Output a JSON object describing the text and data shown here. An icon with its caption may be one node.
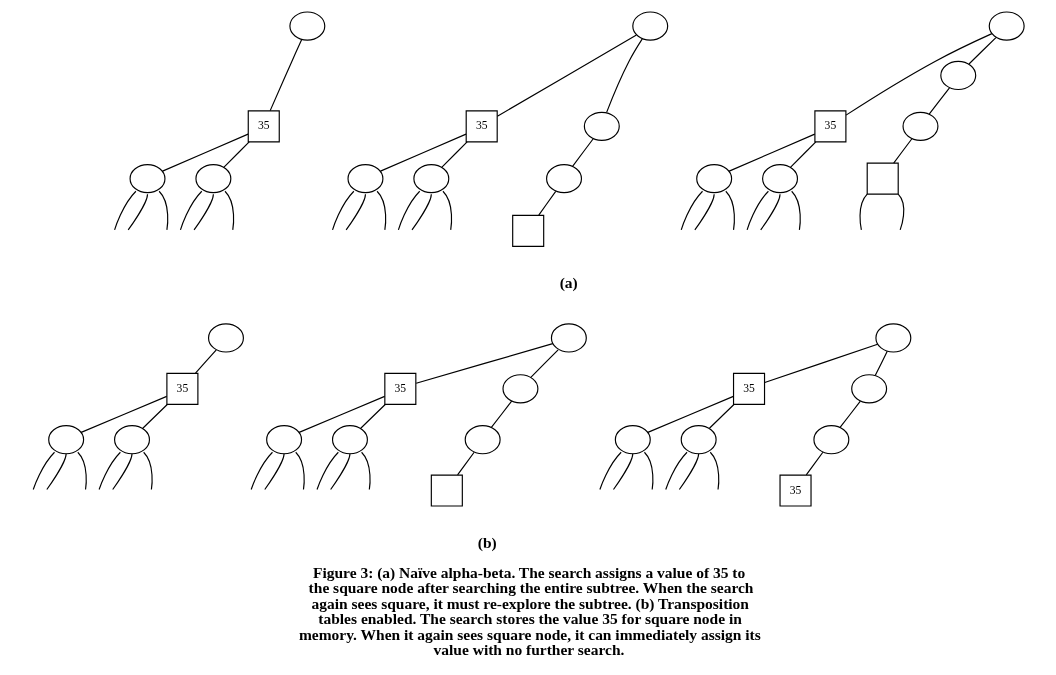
{
  "diagram": {
    "caption": "Figure 3: (a) Naïve alpha-beta. The search assigns a value of 35 to the square node after searching the entire subtree. When the search again sees square, it must re-explore the subtree. (b) Transposition tables enabled. The search stores the value 35 for square node in memory. When it again sees square node, it can immediately assign its value with no further search.",
    "nodes": [
      {
        "text": [],
        "shape": "circle"
      },
      {
        "text": [
          "35"
        ]
      },
      {
        "text": [],
        "shape": "circle"
      },
      {
        "text": [],
        "shape": "circle"
      },
      {
        "text": [],
        "shape": "circle"
      },
      {
        "text": [
          "35"
        ]
      },
      {
        "text": [],
        "shape": "circle"
      },
      {
        "text": [],
        "shape": "circle"
      },
      {
        "text": [],
        "shape": "circle"
      },
      {
        "text": [],
        "shape": "circle"
      },
      {
        "text": [],
        "shape": "box"
      },
      {
        "text": [],
        "shape": "circle"
      },
      {
        "text": [
          "35"
        ]
      },
      {
        "text": [],
        "shape": "circle"
      },
      {
        "text": [],
        "shape": "circle"
      },
      {
        "text": [],
        "shape": "circle"
      },
      {
        "text": [],
        "shape": "circle"
      },
      {
        "text": [],
        "shape": "box"
      },
      {
        "text": [],
        "shape": "circle"
      },
      {
        "text": [
          "35"
        ]
      },
      {
        "text": [],
        "shape": "circle"
      },
      {
        "text": [],
        "shape": "circle"
      },
      {
        "text": [],
        "shape": "circle"
      },
      {
        "text": [
          "35"
        ]
      },
      {
        "text": [],
        "shape": "circle"
      },
      {
        "text": [],
        "shape": "circle"
      },
      {
        "text": [],
        "shape": "circle"
      },
      {
        "text": [],
        "shape": "circle"
      },
      {
        "text": [],
        "shape": "box"
      },
      {
        "text": [],
        "shape": "circle"
      },
      {
        "text": [
          "35"
        ]
      },
      {
        "text": [],
        "shape": "circle"
      },
      {
        "text": [],
        "shape": "circle"
      },
      {
        "text": [],
        "shape": "circle"
      },
      {
        "text": [],
        "shape": "circle"
      },
      {
        "text": [
          "35"
        ]
      }
    ],
    "edges": [
      {
        "from": 0,
        "to": 1,
        "arrow": "none"
      },
      {
        "from": 1,
        "to": 2,
        "arrow": "none"
      },
      {
        "from": 1,
        "to": 3,
        "arrow": "none"
      },
      {
        "from": 2,
        "to": null,
        "arrow": "none"
      },
      {
        "from": 2,
        "to": null,
        "arrow": "none"
      },
      {
        "from": 2,
        "to": null,
        "arrow": "none"
      },
      {
        "from": 3,
        "to": null,
        "arrow": "none"
      },
      {
        "from": 3,
        "to": null,
        "arrow": "none"
      },
      {
        "from": 3,
        "to": null,
        "arrow": "none"
      },
      {
        "from": 4,
        "to": 5,
        "arrow": "none"
      },
      {
        "from": 4,
        "to": 6,
        "arrow": "none"
      },
      {
        "from": 5,
        "to": 7,
        "arrow": "none"
      },
      {
        "from": 5,
        "to": 8,
        "arrow": "none"
      },
      {
        "from": 6,
        "to": 9,
        "arrow": "none"
      },
      {
        "from": 9,
        "to": 10,
        "arrow": "none"
      },
      {
        "from": 7,
        "to": null,
        "arrow": "none"
      },
      {
        "from": 7,
        "to": null,
        "arrow": "none"
      },
      {
        "from": 7,
        "to": null,
        "arrow": "none"
      },
      {
        "from": 8,
        "to": null,
        "arrow": "none"
      },
      {
        "from": 8,
        "to": null,
        "arrow": "none"
      },
      {
        "from": 8,
        "to": null,
        "arrow": "none"
      },
      {
        "from": 11,
        "to": 12,
        "arrow": "none"
      },
      {
        "from": 11,
        "to": 13,
        "arrow": "none"
      },
      {
        "from": 12,
        "to": 14,
        "arrow": "none"
      },
      {
        "from": 12,
        "to": 15,
        "arrow": "none"
      },
      {
        "from": 13,
        "to": 16,
        "arrow": "none"
      },
      {
        "from": 16,
        "to": 17,
        "arrow": "none"
      },
      {
        "from": 14,
        "to": null,
        "arrow": "none"
      },
      {
        "from": 14,
        "to": null,
        "arrow": "none"
      },
      {
        "from": 14,
        "to": null,
        "arrow": "none"
      },
      {
        "from": 15,
        "to": null,
        "arrow": "none"
      },
      {
        "from": 15,
        "to": null,
        "arrow": "none"
      },
      {
        "from": 15,
        "to": null,
        "arrow": "none"
      },
      {
        "from": 17,
        "to": null,
        "arrow": "none"
      },
      {
        "from": 17,
        "to": null,
        "arrow": "none"
      },
      {
        "from": 18,
        "to": 19,
        "arrow": "none"
      },
      {
        "from": 19,
        "to": 20,
        "arrow": "none"
      },
      {
        "from": 19,
        "to": 21,
        "arrow": "none"
      },
      {
        "from": 20,
        "to": null,
        "arrow": "none"
      },
      {
        "from": 20,
        "to": null,
        "arrow": "none"
      },
      {
        "from": 20,
        "to": null,
        "arrow": "none"
      },
      {
        "from": 21,
        "to": null,
        "arrow": "none"
      },
      {
        "from": 21,
        "to": null,
        "arrow": "none"
      },
      {
        "from": 21,
        "to": null,
        "arrow": "none"
      },
      {
        "from": 22,
        "to": 23,
        "arrow": "none"
      },
      {
        "from": 22,
        "to": 24,
        "arrow": "none"
      },
      {
        "from": 23,
        "to": 25,
        "arrow": "none"
      },
      {
        "from": 23,
        "to": 26,
        "arrow": "none"
      },
      {
        "from": 24,
        "to": 27,
        "arrow": "none"
      },
      {
        "from": 27,
        "to": 28,
        "arrow": "none"
      },
      {
        "from": 25,
        "to": null,
        "arrow": "none"
      },
      {
        "from": 25,
        "to": null,
        "arrow": "none"
      },
      {
        "from": 25,
        "to": null,
        "arrow": "none"
      },
      {
        "from": 26,
        "to": null,
        "arrow": "none"
      },
      {
        "from": 26,
        "to": null,
        "arrow": "none"
      },
      {
        "from": 26,
        "to": null,
        "arrow": "none"
      },
      {
        "from": 29,
        "to": 30,
        "arrow": "none"
      },
      {
        "from": 29,
        "to": 31,
        "arrow": "none"
      },
      {
        "from": 30,
        "to": 32,
        "arrow": "none"
      },
      {
        "from": 30,
        "to": 33,
        "arrow": "none"
      },
      {
        "from": 31,
        "to": 34,
        "arrow": "none"
      },
      {
        "from": 34,
        "to": 35,
        "arrow": "none"
      },
      {
        "from": 32,
        "to": null,
        "arrow": "none"
      },
      {
        "from": 32,
        "to": null,
        "arrow": "none"
      },
      {
        "from": 32,
        "to": null,
        "arrow": "none"
      },
      {
        "from": 33,
        "to": null,
        "arrow": "none"
      },
      {
        "from": 33,
        "to": null,
        "arrow": "none"
      },
      {
        "from": 33,
        "to": null,
        "arrow": "none"
      }
    ],
    "labels": [
      "(a)",
      "(b)"
    ]
  }
}
